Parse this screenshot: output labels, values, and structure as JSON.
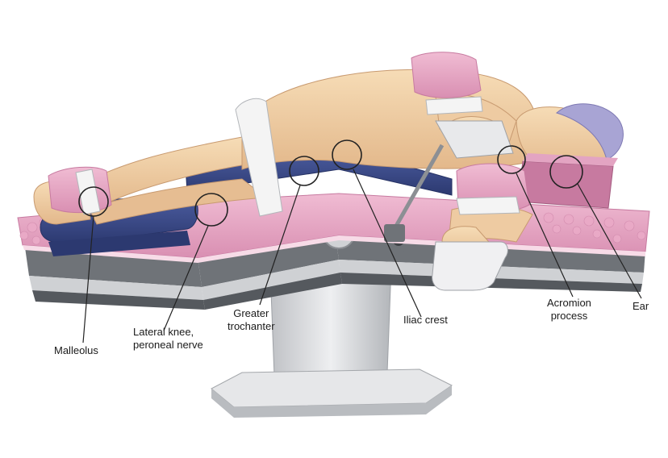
{
  "labels": {
    "malleolus": "Malleolus",
    "lateral_knee_line1": "Lateral knee,",
    "lateral_knee_line2": "peroneal nerve",
    "greater_trochanter_line1": "Greater",
    "greater_trochanter_line2": "trochanter",
    "iliac_crest": "Iliac crest",
    "acromion_line1": "Acromion",
    "acromion_line2": "process",
    "ear": "Ear"
  },
  "colors": {
    "skin": "#f2d2a8",
    "skin_shadow": "#d9ae82",
    "pad_pink": "#e8a8c4",
    "pad_dark_pink": "#c77aa0",
    "positioner_blue": "#3a4a8a",
    "cap_lavender": "#a8a4d4",
    "table_gray": "#8c8f94",
    "table_light": "#d8d9dc",
    "strap_white": "#f4f4f4",
    "pointer_line": "#222222"
  }
}
